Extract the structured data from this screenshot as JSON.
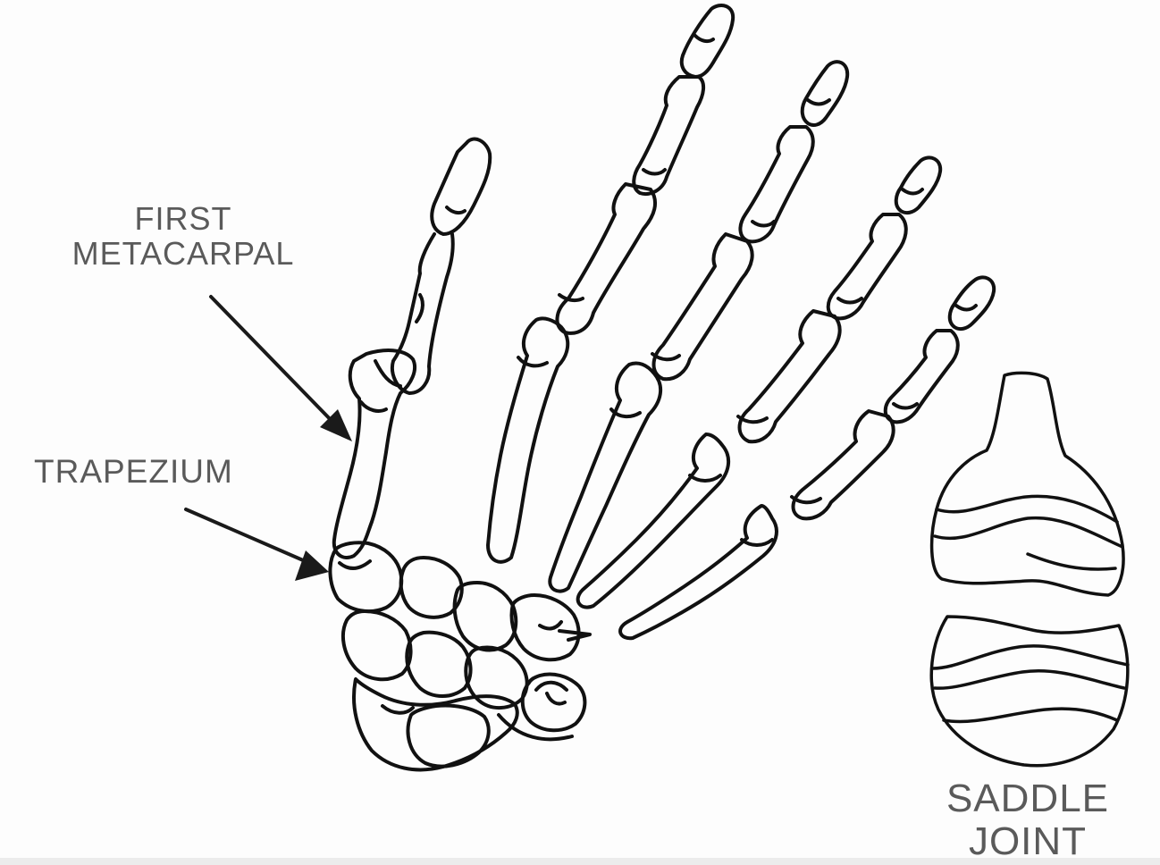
{
  "labels": {
    "first_metacarpal_line1": "FIRST",
    "first_metacarpal_line2": "METACARPAL",
    "trapezium": "TRAPEZIUM",
    "saddle_joint_line1": "SADDLE",
    "saddle_joint_line2": "JOINT"
  },
  "colors": {
    "line": "#111111",
    "label_text": "#5a5a5a",
    "background": "#fdfdfd"
  }
}
